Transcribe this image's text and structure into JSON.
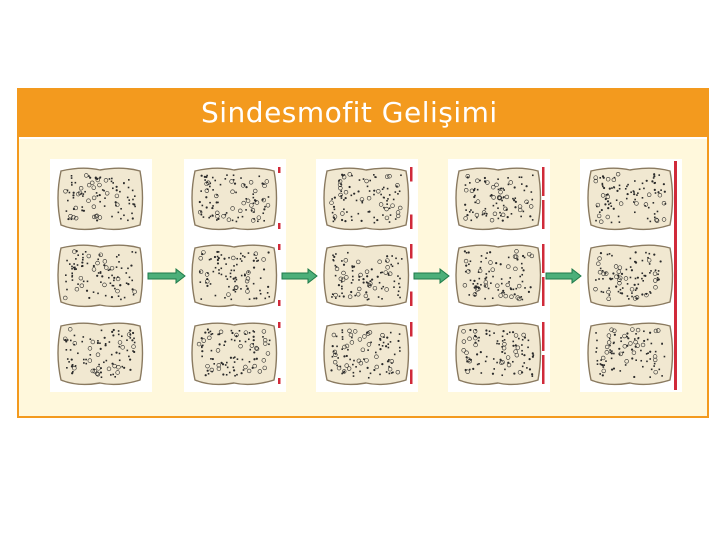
{
  "title": "Sindesmofit Gelişimi",
  "colors": {
    "frame": "#f39a1e",
    "panel_bg": "#fff8dc",
    "vertebra_fill": "#f1e8d1",
    "vertebra_stroke": "#8a7a60",
    "bone_dots": "#2a2a2a",
    "ligament": "#d02a3a",
    "arrow_fill": "#4caf79",
    "arrow_stroke": "#1e7a4a"
  },
  "icons": {
    "vertebra": "vertebra-icon",
    "arrow": "arrow-right-icon",
    "ossification": "syndesmophyte-icon"
  },
  "stages": [
    {
      "id": 1,
      "ossification": 0
    },
    {
      "id": 2,
      "ossification": 0.05
    },
    {
      "id": 3,
      "ossification": 0.25
    },
    {
      "id": 4,
      "ossification": 0.5
    },
    {
      "id": 5,
      "ossification": 1
    }
  ]
}
